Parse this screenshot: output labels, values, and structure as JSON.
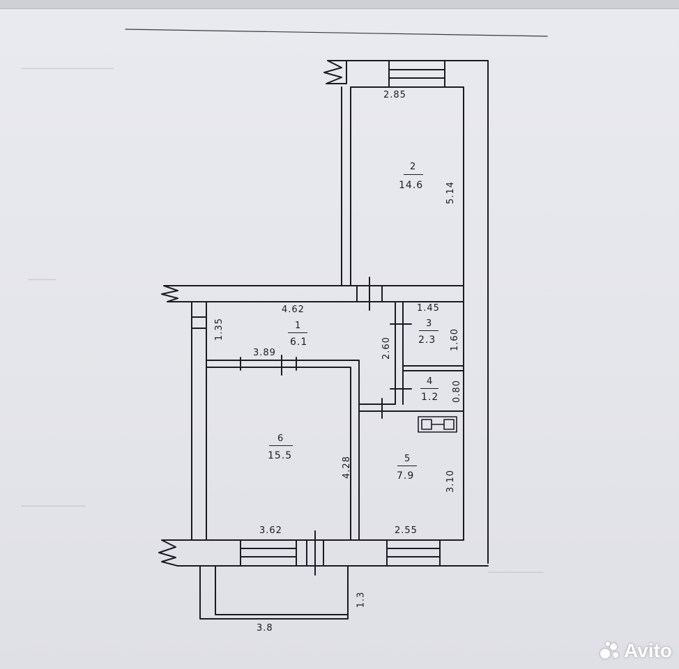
{
  "rooms": [
    {
      "number": "1",
      "area": "6.1"
    },
    {
      "number": "2",
      "area": "14.6"
    },
    {
      "number": "3",
      "area": "2.3"
    },
    {
      "number": "4",
      "area": "1.2"
    },
    {
      "number": "5",
      "area": "7.9"
    },
    {
      "number": "6",
      "area": "15.5"
    }
  ],
  "dimensions": {
    "room2_width": "2.85",
    "room2_length": "5.14",
    "room1_width": "4.62",
    "room1_depth": "1.35",
    "room3_width": "1.45",
    "room3_length": "1.60",
    "room4_length": "0.80",
    "partition_length": "2.60",
    "room6_top_width": "3.89",
    "room6_length": "4.28",
    "room6_bottom_width": "3.62",
    "room5_width": "2.55",
    "room5_length": "3.10",
    "balcony_width": "3.8",
    "balcony_depth": "1.3"
  },
  "watermark": {
    "brand": "Avito"
  }
}
